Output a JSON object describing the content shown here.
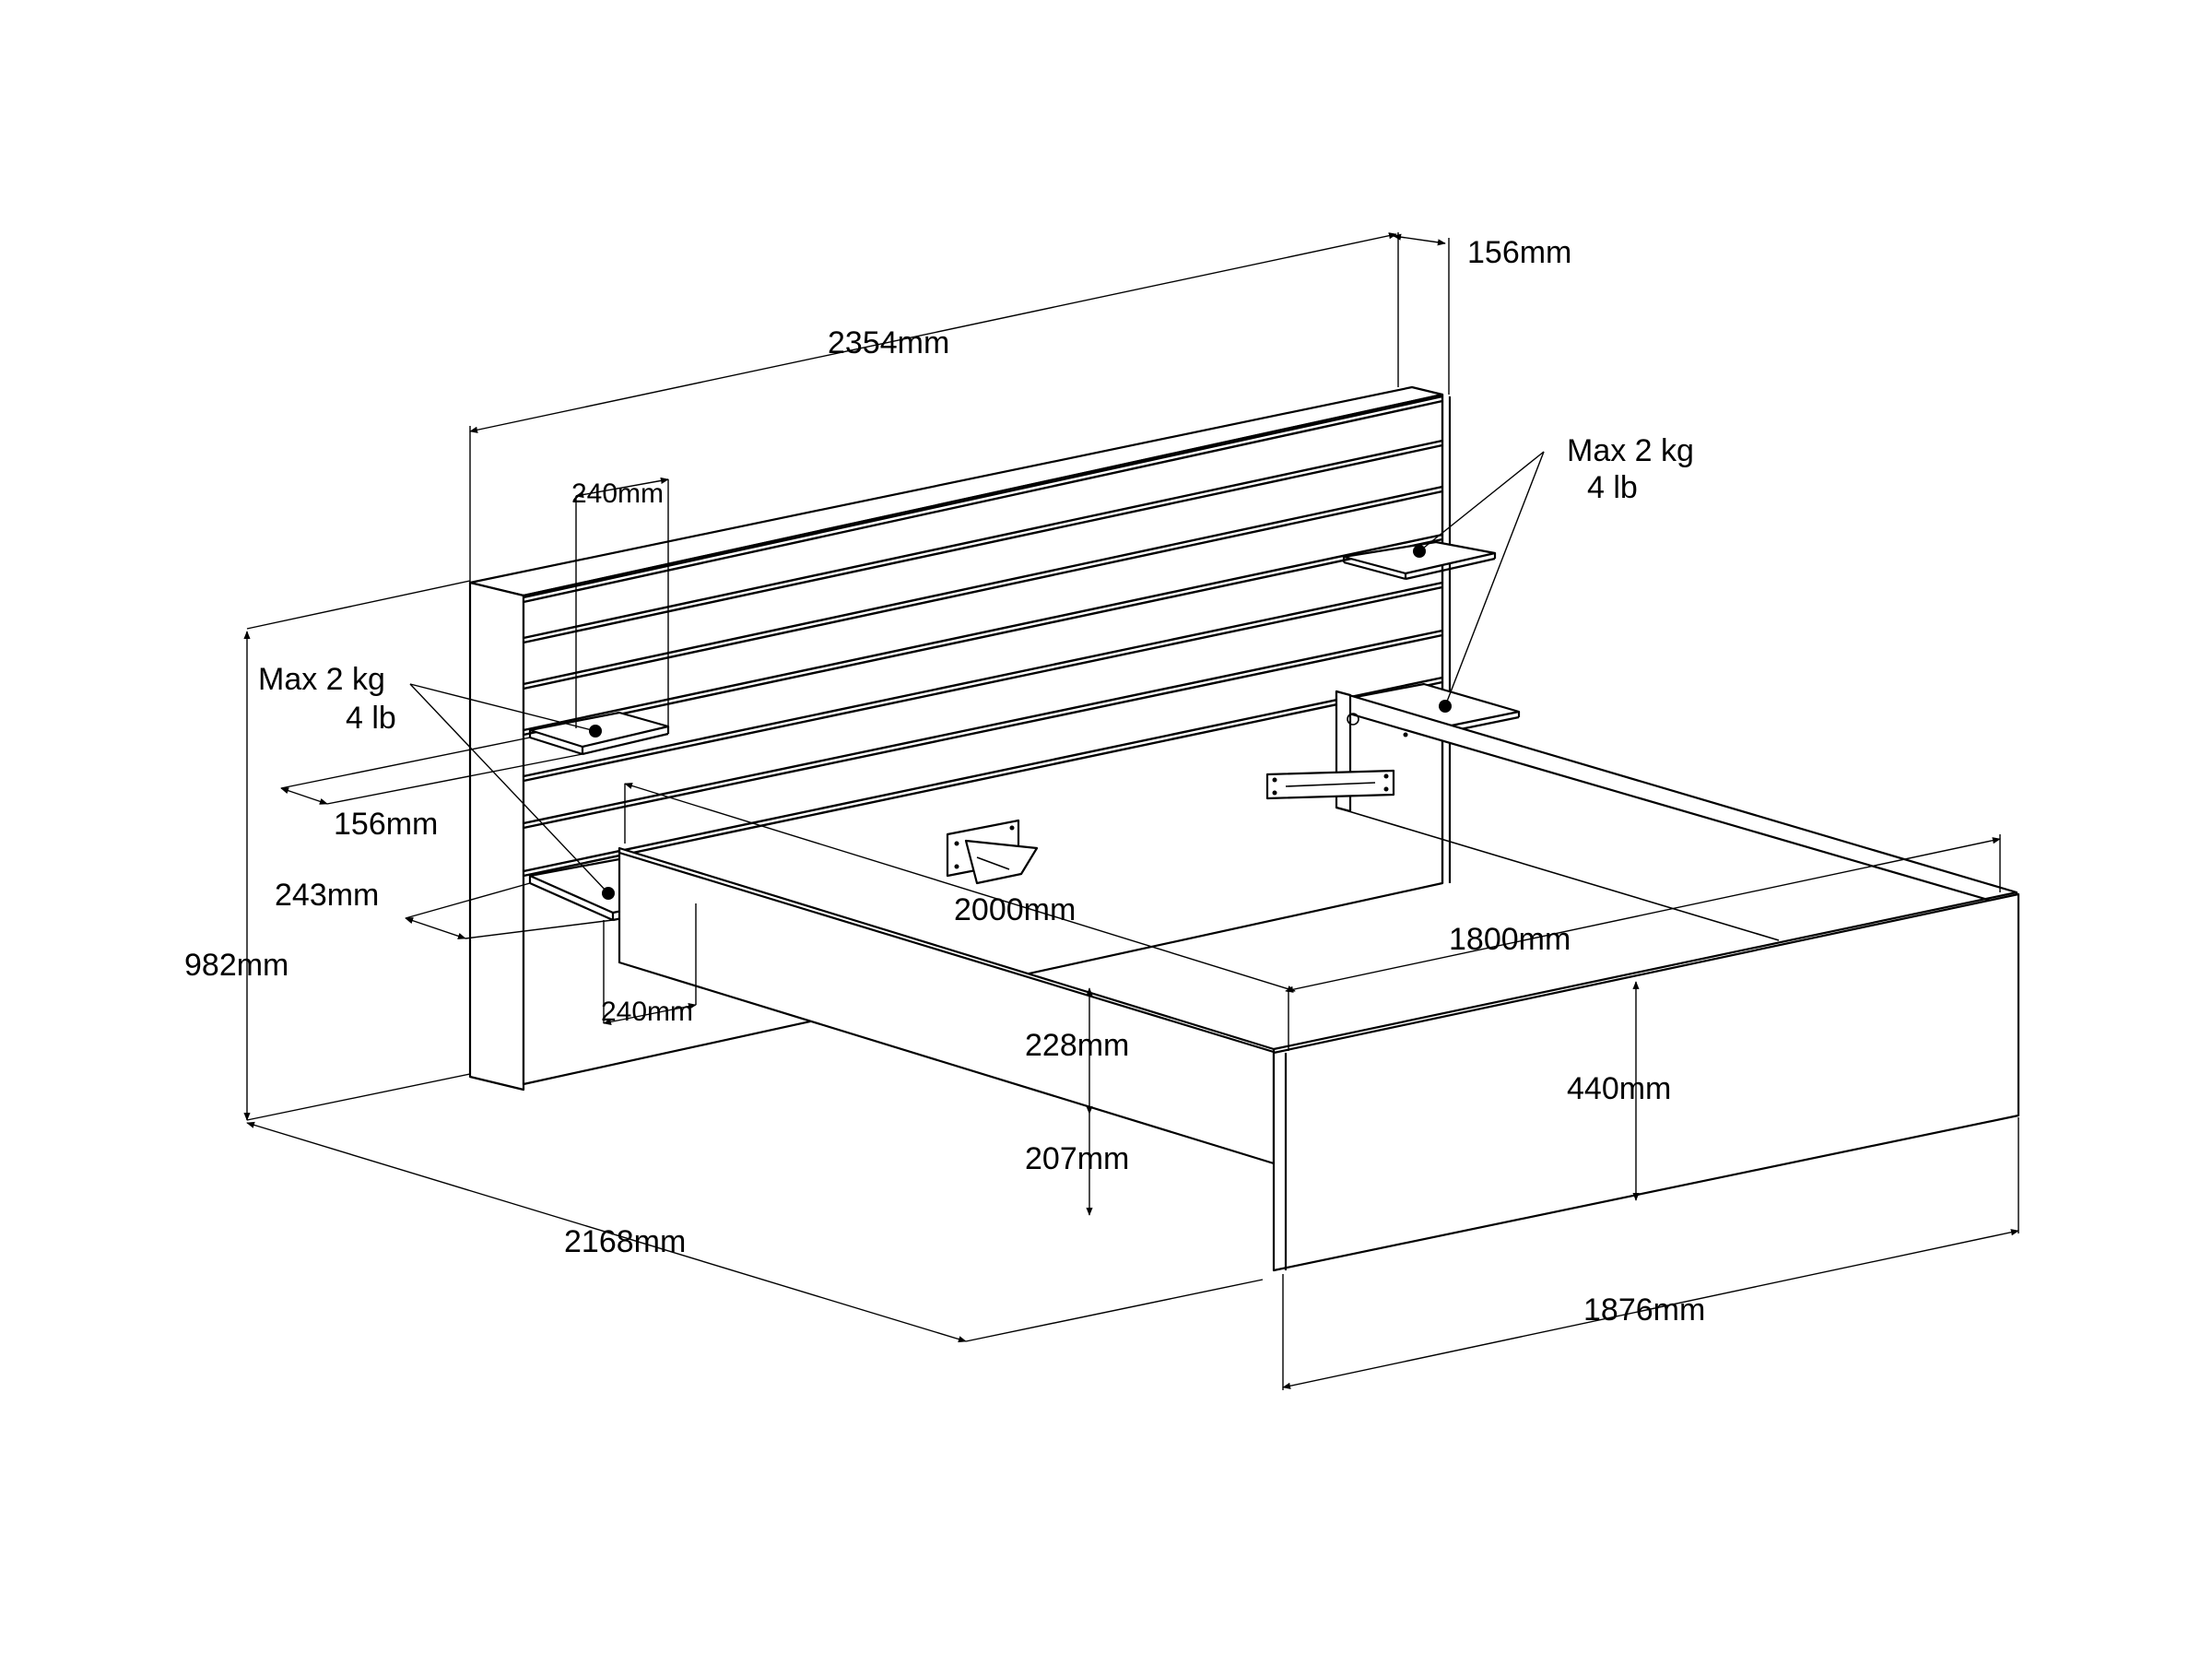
{
  "dimensions": {
    "headboard_width": "2354mm",
    "headboard_depth": "156mm",
    "shelf_depth_left": "156mm",
    "shelf_width_top": "240mm",
    "shelf_height": "243mm",
    "shelf_width_bottom": "240mm",
    "overall_height": "982mm",
    "bed_length": "2000mm",
    "mattress_width": "1800mm",
    "frame_height": "228mm",
    "clearance": "207mm",
    "footboard_height": "440mm",
    "overall_length": "2168mm",
    "overall_width": "1876mm"
  },
  "load_labels": {
    "right": {
      "line1": "Max 2 kg",
      "line2": "4 lb"
    },
    "left": {
      "line1": "Max 2 kg",
      "line2": "4 lb"
    }
  }
}
